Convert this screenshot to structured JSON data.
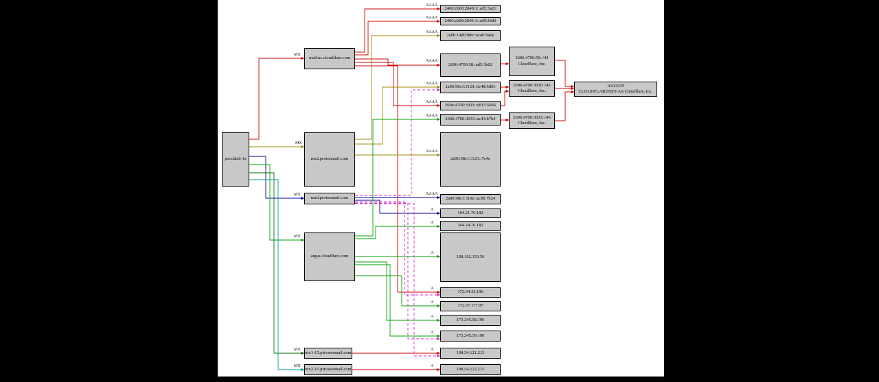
{
  "source": {
    "label": "poczlab2t-1a"
  },
  "hosts": [
    {
      "label": "mail.us.cloudflare.com"
    },
    {
      "label": "mx2.protonmail.com"
    },
    {
      "label": "mail.protonmail.com"
    },
    {
      "label": "argus.cloudflare.com"
    },
    {
      "label": "mx1-15.privateemail.com"
    },
    {
      "label": "mx2-15.privateemail.com"
    }
  ],
  "ips": [
    "2400:cb00:2049:1::ad5:3a21",
    "2400:cb00:2049:1::ad5:3b82",
    "2a0b:14d0:900::ac40:9a6e",
    "2606:4700:58::ad5:3b62",
    "2a06:98c1:3120::6c48:6d03",
    "2606:4700:3033::6815:5966",
    "2606:4700:3033::ac43:b7b4",
    "2a06:98c1:3121::7c4e",
    "2a06:98c1:310e::ac9b:7b24",
    "104.21.76.182",
    "104.24.76.182",
    "108.162.193.56",
    "172.64.32.196",
    "172.67.177.97",
    "173.245.58.196",
    "173.245.59.190",
    "198.54.121.213",
    "198.54.122.215"
  ],
  "prefixes": [
    {
      "prefix": "2606:4700:50::/44",
      "org": "Cloudflare, Inc."
    },
    {
      "prefix": "2606:4700:3030::/45",
      "org": "Cloudflare, Inc."
    },
    {
      "prefix": "2606:4700:3033::/46",
      "org": "Cloudflare, Inc."
    }
  ],
  "asn": {
    "label": "AS13335",
    "org": "CLOUDFLARENET-AS Cloudflare, Inc."
  },
  "record_labels": {
    "mx": "MX",
    "a": "A",
    "aaaa": "AAAA"
  },
  "colors": {
    "red": "#cc0000",
    "olive": "#9c8a00",
    "navy": "#000099",
    "green": "#00a000",
    "darkgreen": "#006400",
    "teal": "#009999",
    "magenta": "#dd22cc",
    "node_fill": "#c8c8c8",
    "node_border": "#000000"
  }
}
